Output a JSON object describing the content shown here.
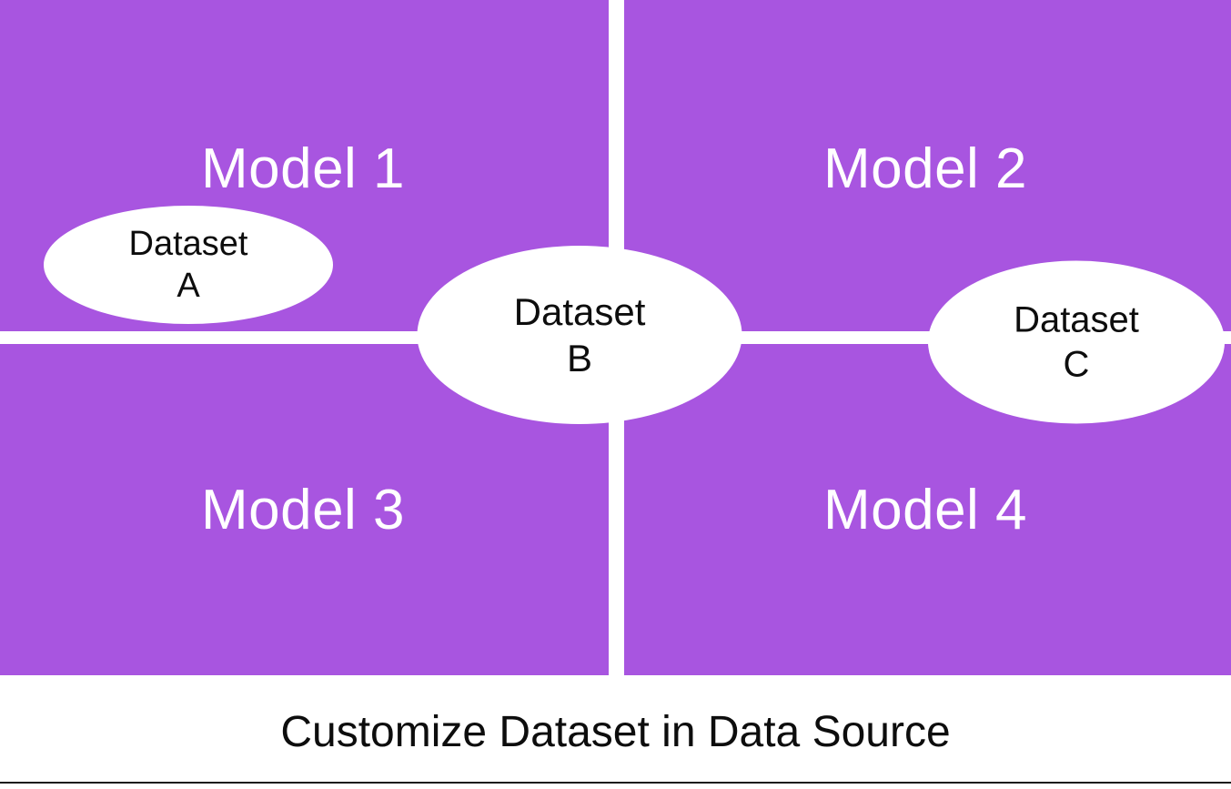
{
  "diagram": {
    "title": "Customize Dataset in Data Source",
    "colors": {
      "quadrant_fill": "#a855e0",
      "divider": "#ffffff",
      "ellipse_fill": "#ffffff",
      "model_label_text": "#ffffff",
      "dataset_label_text": "#0d0d0d",
      "caption_text": "#0d0d0d",
      "background": "#ffffff",
      "bottom_rule": "#1a1a1a"
    },
    "quadrants": [
      {
        "id": "model-1",
        "label": "Model 1",
        "position": "top-left"
      },
      {
        "id": "model-2",
        "label": "Model 2",
        "position": "top-right"
      },
      {
        "id": "model-3",
        "label": "Model 3",
        "position": "bottom-left"
      },
      {
        "id": "model-4",
        "label": "Model 4",
        "position": "bottom-right"
      }
    ],
    "datasets": [
      {
        "id": "dataset-a",
        "name": "Dataset",
        "key": "A",
        "placement": "top-left-quadrant"
      },
      {
        "id": "dataset-b",
        "name": "Dataset",
        "key": "B",
        "placement": "center-intersection"
      },
      {
        "id": "dataset-c",
        "name": "Dataset",
        "key": "C",
        "placement": "right-edge"
      }
    ],
    "caption": "Customize Dataset in Data Source"
  }
}
